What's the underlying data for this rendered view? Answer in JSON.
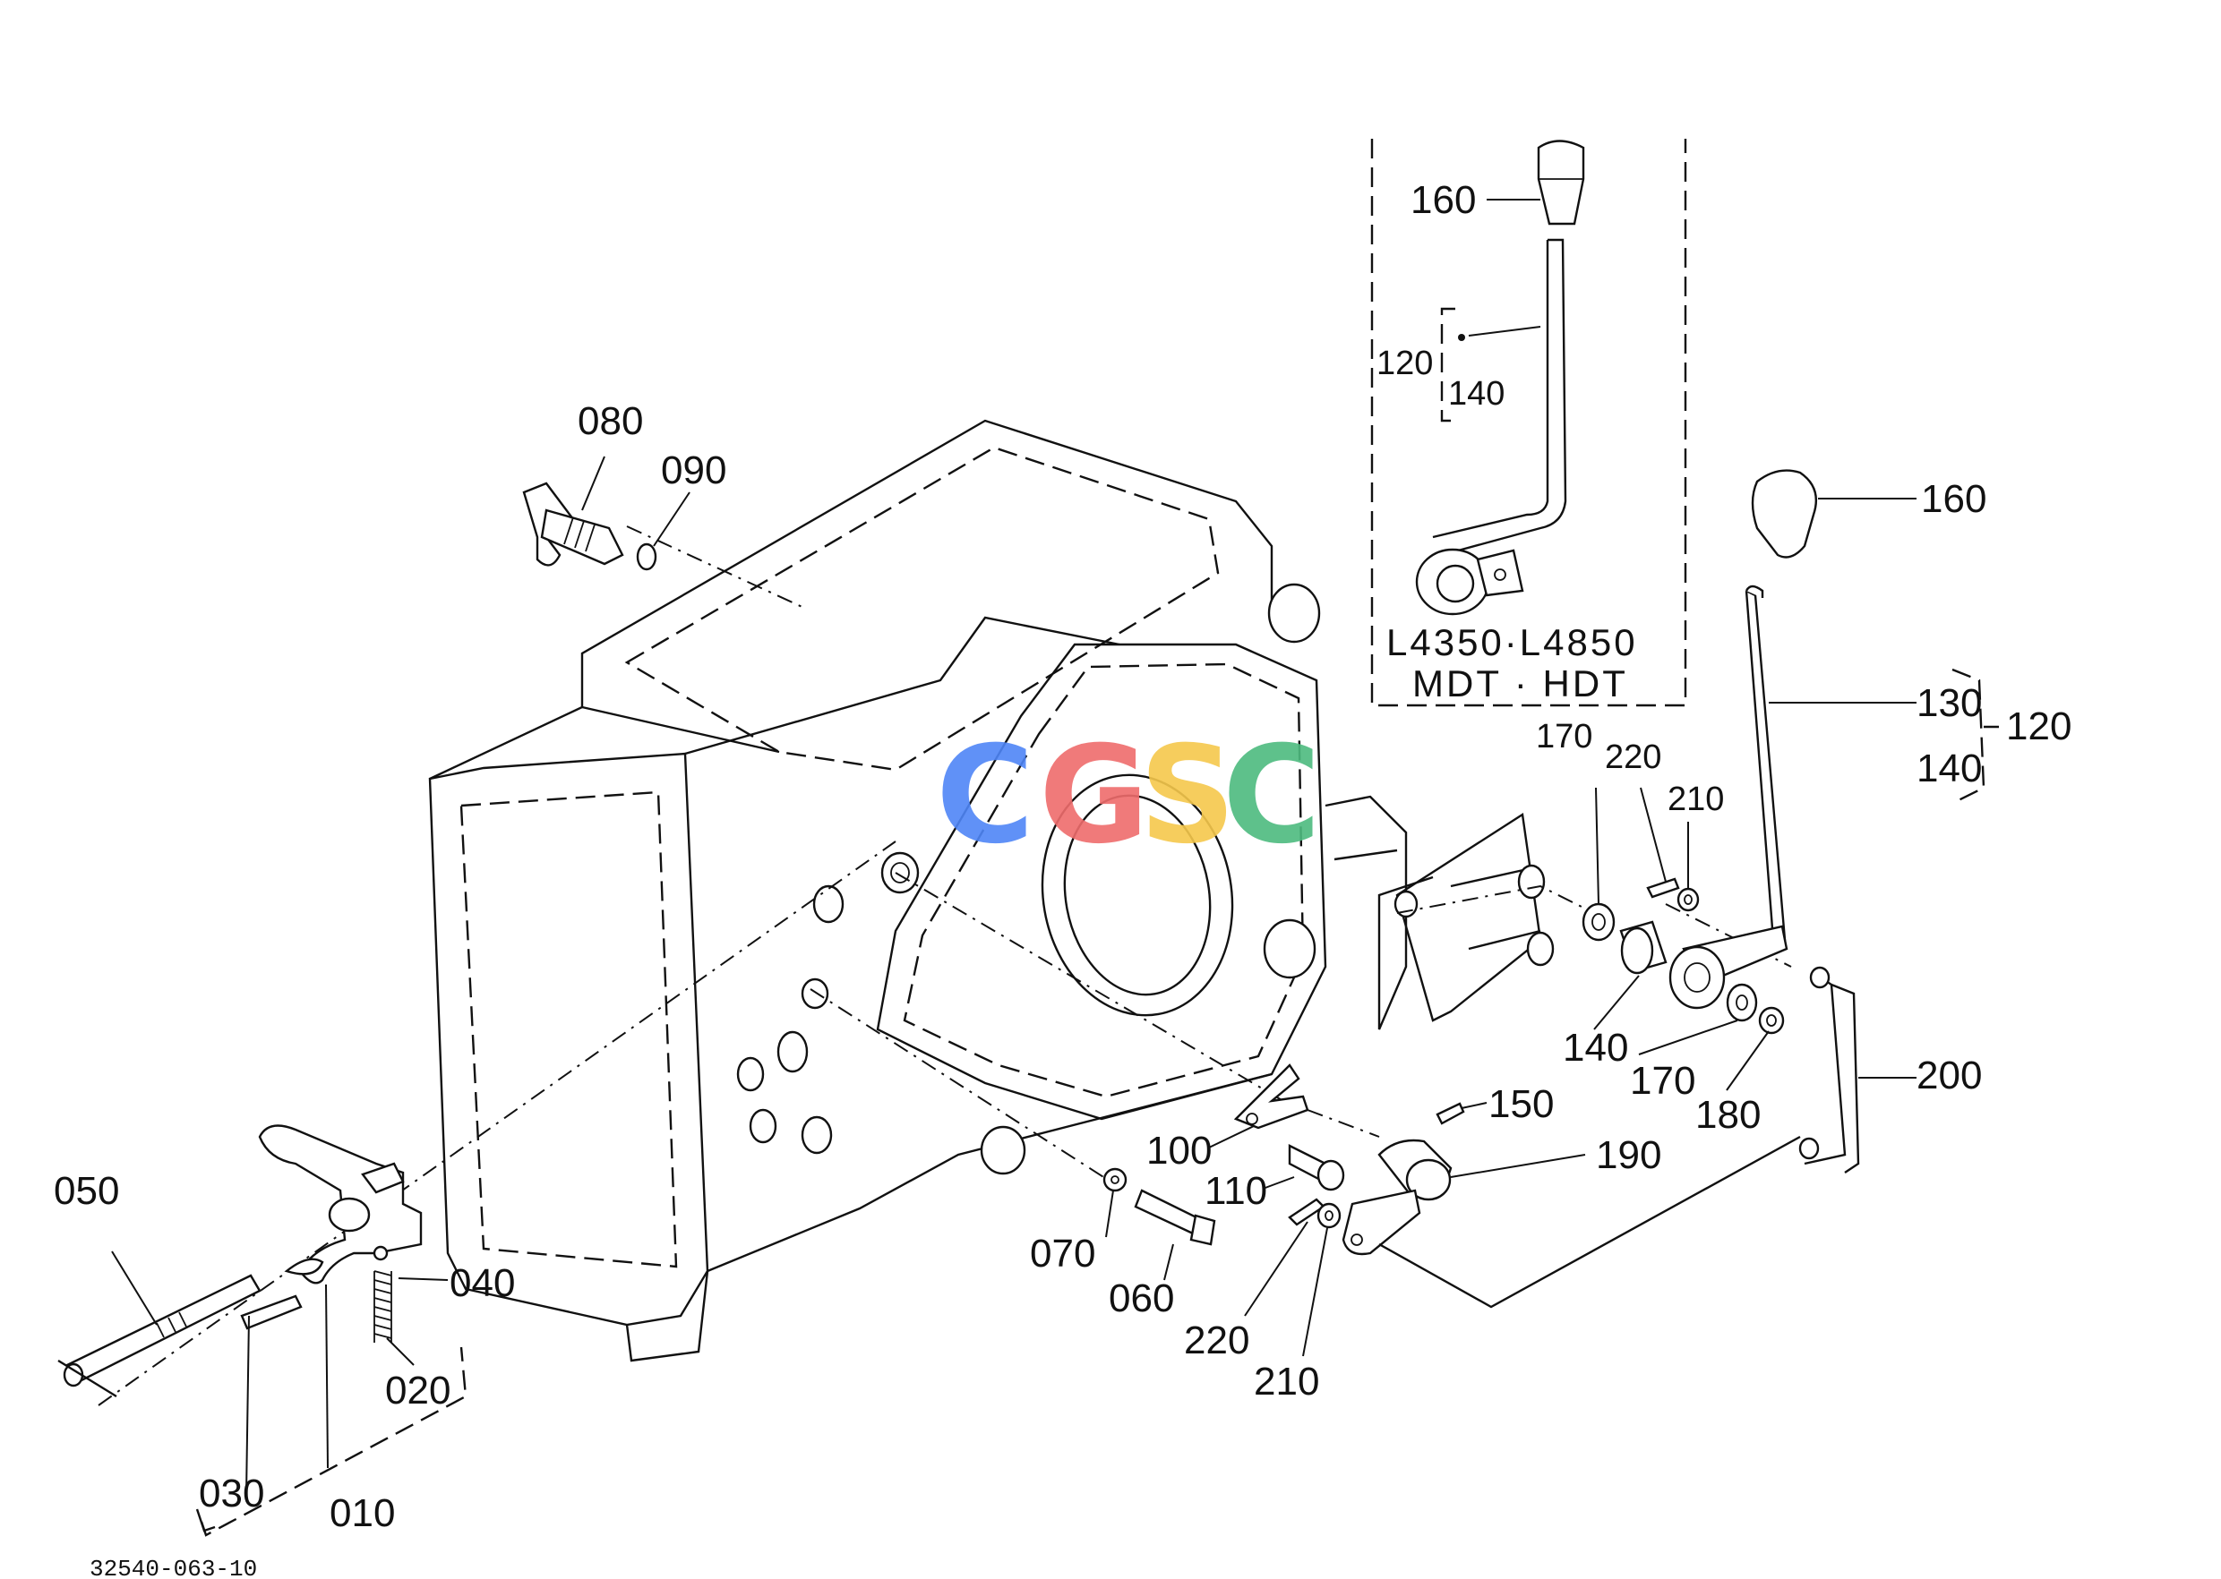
{
  "diagram": {
    "document_code": "32540-063-10",
    "watermark": {
      "letters": [
        "C",
        "G",
        "S",
        "C"
      ],
      "colors": [
        "#4F86F7",
        "#EF6C6C",
        "#F6C84C",
        "#4DBB7F"
      ]
    },
    "inset": {
      "model_line_1": "L4350·L4850",
      "model_line_2": "MDT · HDT"
    },
    "labels": {
      "p010": "010",
      "p020": "020",
      "p030": "030",
      "p040": "040",
      "p050": "050",
      "p060": "060",
      "p070": "070",
      "p080": "080",
      "p090": "090",
      "p100": "100",
      "p110": "110",
      "p120_inset": "120",
      "p140_inset": "140",
      "p160_inset": "160",
      "p160": "160",
      "p130": "130",
      "p120": "120",
      "p140_bracket": "140",
      "p170_top": "170",
      "p220_top": "220",
      "p210_top": "210",
      "p140_low": "140",
      "p170_low": "170",
      "p180": "180",
      "p200": "200",
      "p150": "150",
      "p190": "190",
      "p220_low": "220",
      "p210_low": "210"
    }
  }
}
